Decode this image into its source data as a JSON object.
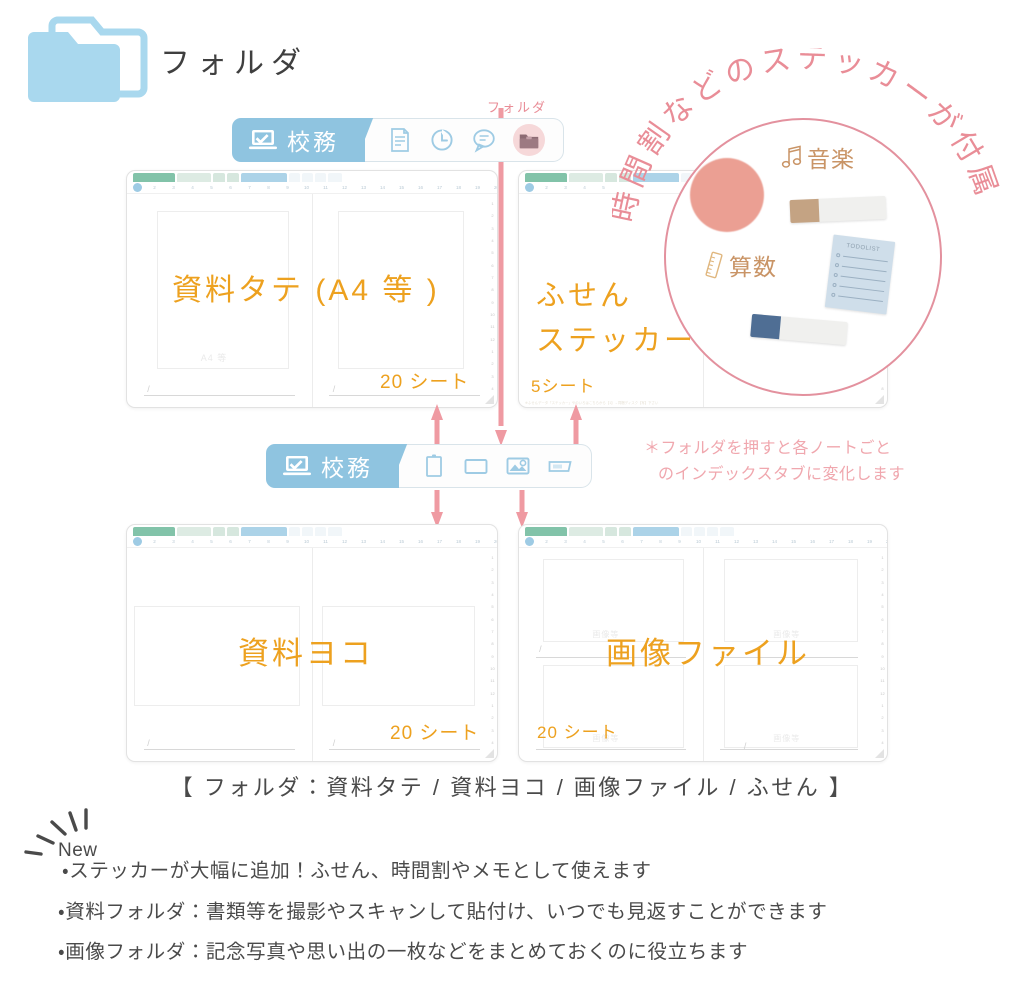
{
  "header": {
    "title": "フォルダ",
    "folder_icon": "folder-icon",
    "folder_color": "#a9d8ee"
  },
  "folder_callout_label": "フォルダ",
  "tabbars": [
    {
      "id": "tabbar-1",
      "label": "校務",
      "laptop_icon": "laptop-check-icon",
      "icons": [
        {
          "name": "document-lines-icon",
          "highlight": false
        },
        {
          "name": "clock-icon",
          "highlight": false
        },
        {
          "name": "speech-bubble-icon",
          "highlight": false
        },
        {
          "name": "folder-tab-icon",
          "highlight": true
        }
      ]
    },
    {
      "id": "tabbar-2",
      "label": "校務",
      "laptop_icon": "laptop-check-icon",
      "icons": [
        {
          "name": "portrait-document-icon",
          "highlight": false
        },
        {
          "name": "landscape-rectangle-icon",
          "highlight": false
        },
        {
          "name": "photo-image-icon",
          "highlight": false
        },
        {
          "name": "sticky-note-icon",
          "highlight": false
        }
      ]
    }
  ],
  "notebooks": [
    {
      "id": "nb-shiryo-tate",
      "title": "資料タテ (A4 等 )",
      "sheets": "20 シート",
      "ghost": "A4 等",
      "layout": "portrait-2up",
      "mini_tabs": [
        "#6cb89a",
        "#cfe3d8",
        "#9ecbe4",
        "#e7eef3"
      ],
      "ruler_marks": [
        "2",
        "3",
        "4",
        "5",
        "6",
        "7",
        "8",
        "9",
        "10",
        "11",
        "12",
        "13",
        "14",
        "15",
        "16",
        "17",
        "18",
        "19",
        "20"
      ],
      "index_marks": [
        "1",
        "2",
        "3",
        "4",
        "5",
        "6",
        "7",
        "8",
        "9",
        "10",
        "11",
        "12",
        "1",
        "2",
        "3",
        "4"
      ]
    },
    {
      "id": "nb-fusen",
      "title_line1": "ふせん",
      "title_line2": "ステッカー",
      "sheets": "5シート",
      "layout": "plain-2up",
      "mini_tabs": [
        "#6cb89a",
        "#cfe3d8",
        "#9ecbe4",
        "#e7eef3"
      ],
      "ruler_marks": [
        "2",
        "3",
        "4",
        "5"
      ],
      "index_marks": [
        "1",
        "2",
        "3",
        "4",
        "5",
        "6",
        "7",
        "8"
      ],
      "microtext": "※ふせんデータ「ステッカー」やのいろはこちらから【1】→同梱ディスク【写】下さい"
    },
    {
      "id": "nb-shiryo-yoko",
      "title": "資料ヨコ",
      "sheets": "20 シート",
      "layout": "landscape-2up",
      "mini_tabs": [
        "#6cb89a",
        "#cfe3d8",
        "#9ecbe4",
        "#e7eef3"
      ],
      "ruler_marks": [
        "2",
        "3",
        "4",
        "5",
        "6",
        "7",
        "8",
        "9",
        "10",
        "11",
        "12",
        "13",
        "14",
        "15",
        "16",
        "17",
        "18",
        "19",
        "20"
      ],
      "index_marks": [
        "1",
        "2",
        "3",
        "4",
        "5",
        "6",
        "7",
        "8",
        "9",
        "10",
        "11",
        "12",
        "1",
        "2",
        "3",
        "4"
      ]
    },
    {
      "id": "nb-gazou",
      "title": "画像ファイル",
      "sheets": "20 シート",
      "ghost": "画像等",
      "layout": "photo-grid",
      "mini_tabs": [
        "#6cb89a",
        "#cfe3d8",
        "#9ecbe4",
        "#e7eef3"
      ],
      "ruler_marks": [
        "2",
        "3",
        "4",
        "5",
        "6",
        "7",
        "8",
        "9",
        "10",
        "11",
        "12",
        "13",
        "14",
        "15",
        "16",
        "17",
        "18",
        "19",
        "20"
      ],
      "index_marks": [
        "1",
        "2",
        "3",
        "4",
        "5",
        "6",
        "7",
        "8",
        "9",
        "10",
        "11",
        "12",
        "1",
        "2",
        "3",
        "4"
      ]
    }
  ],
  "sticker_section": {
    "arc_text": "時間割などのステッカーが付属",
    "circle_color": "#e3919e",
    "items": [
      {
        "name": "pink-circle-sticker",
        "label": ""
      },
      {
        "name": "music-note-sticker",
        "label": "音楽",
        "icon": "music-note-icon"
      },
      {
        "name": "ruler-sticker",
        "label": "算数",
        "icon": "ruler-icon"
      },
      {
        "name": "tan-tape-sticker",
        "label": "",
        "color": "#c4a383"
      },
      {
        "name": "navy-tape-sticker",
        "label": "",
        "color": "#4f6e94"
      },
      {
        "name": "todolist-sticker",
        "label": "TODOLIST",
        "color": "#cfdeea"
      }
    ]
  },
  "index_note": {
    "line1": "＊フォルダを押すと各ノートごと",
    "line2": "のインデックスタブに変化します"
  },
  "folder_caption": "【 フォルダ：資料タテ / 資料ヨコ / 画像ファイル / ふせん 】",
  "new_section": {
    "badge": "New",
    "items": [
      "・ステッカーが大幅に追加！ふせん、時間割やメモとして使えます",
      "・資料フォルダ：書類等を撮影やスキャンして貼付け、いつでも見返すことができます",
      "・画像フォルダ：記念写真や思い出の一枚などをまとめておくのに役立ちます"
    ]
  },
  "colors": {
    "tab_blue": "#8fc4e0",
    "accent_orange": "#eda11f",
    "accent_pink": "#e3919e",
    "arrow_pink": "#ef9aa2"
  }
}
